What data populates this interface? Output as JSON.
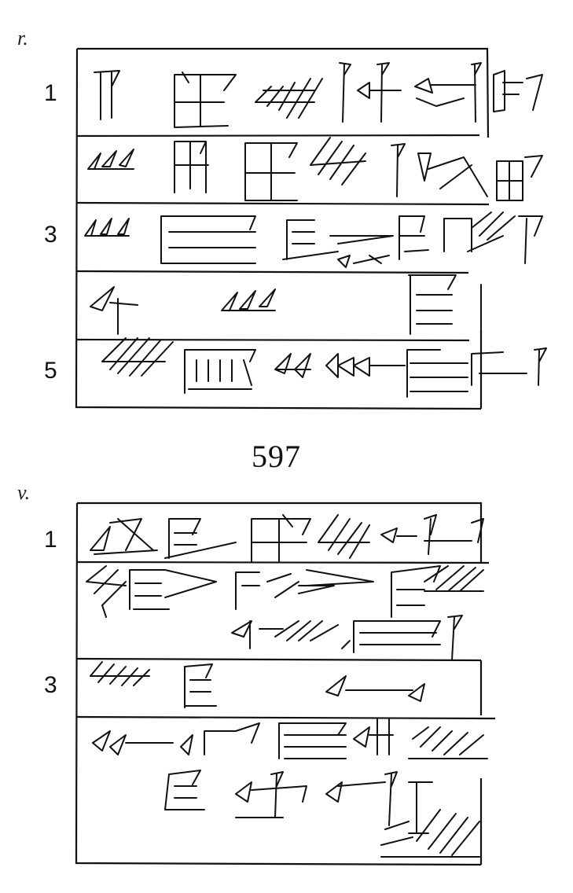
{
  "obverse": {
    "side_label": "r.",
    "line_numbers": [
      "1",
      "3",
      "5"
    ]
  },
  "tablet_number": "597",
  "reverse": {
    "side_label": "v.",
    "line_numbers": [
      "1",
      "3"
    ]
  }
}
